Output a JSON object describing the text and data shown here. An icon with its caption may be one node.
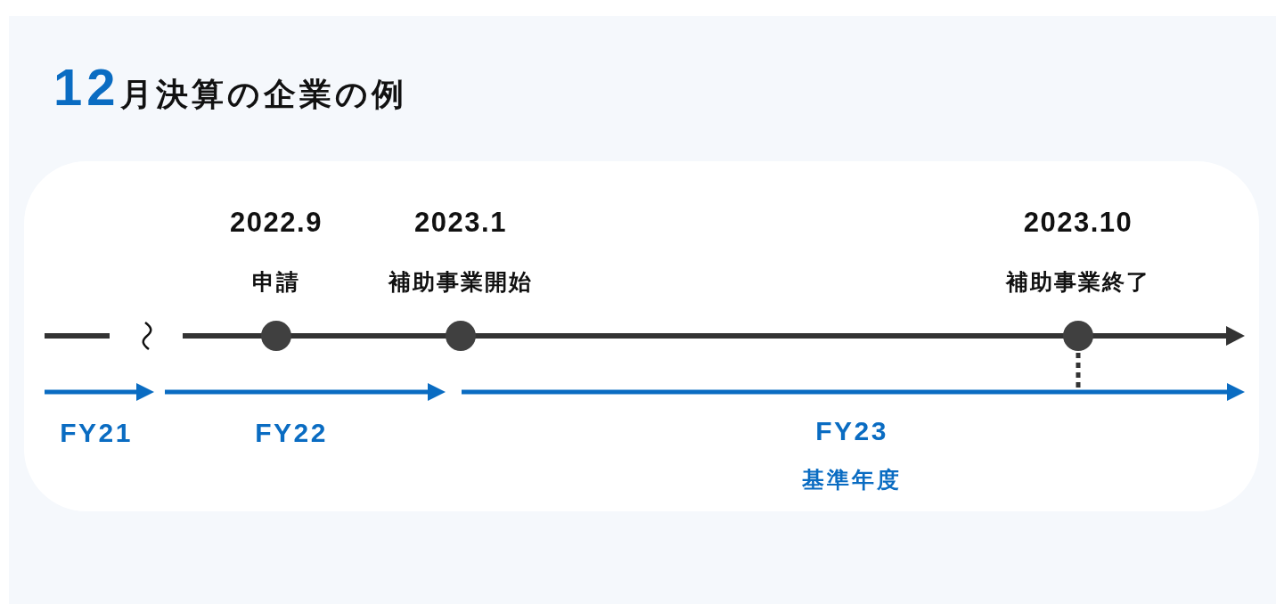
{
  "diagram": {
    "title": "12月決算の企業の例",
    "nodes": [
      {
        "text": [],
        "shape": "circle",
        "beside": [
          "2022.9",
          "申請"
        ]
      },
      {
        "text": [],
        "shape": "circle",
        "beside": [
          "2023.1",
          "補助事業開始"
        ]
      },
      {
        "text": [],
        "shape": "circle",
        "beside": [
          "2023.10",
          "補助事業終了"
        ]
      }
    ],
    "labels": [
      "FY21",
      "FY22",
      "FY23",
      "基準年度"
    ]
  }
}
